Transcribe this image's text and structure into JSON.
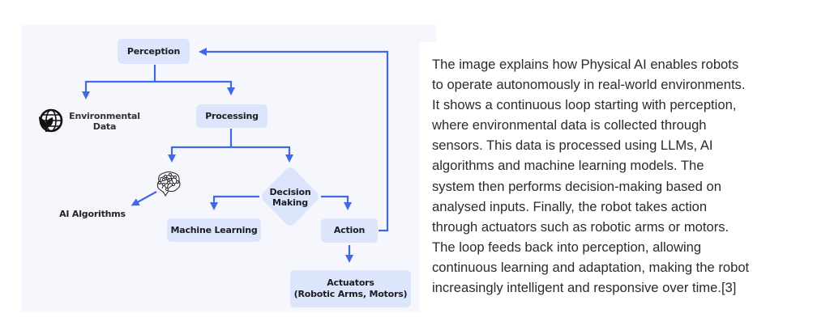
{
  "diagram": {
    "nodes": {
      "perception": "Perception",
      "environmental_data": [
        "Environmental",
        "Data"
      ],
      "processing": "Processing",
      "ai_algorithms": "AI Algorithms",
      "decision_making": [
        "Decision",
        "Making"
      ],
      "machine_learning": "Machine Learning",
      "action": "Action",
      "actuators": [
        "Actuators",
        "(Robotic Arms, Motors)"
      ]
    },
    "icons": {
      "environmental": "globe-leaf-icon",
      "ai": "neural-brain-icon"
    },
    "colors": {
      "arrow": "#4169e1",
      "node_fill": "#dce5fb",
      "panel_bg": "#f6f7fd"
    },
    "edges": [
      {
        "from": "Perception",
        "to": "Environmental Data"
      },
      {
        "from": "Perception",
        "to": "Processing"
      },
      {
        "from": "Processing",
        "to": "AI Algorithms"
      },
      {
        "from": "Processing",
        "to": "Decision Making"
      },
      {
        "from": "Decision Making",
        "to": "Machine Learning"
      },
      {
        "from": "Decision Making",
        "to": "Action"
      },
      {
        "from": "Action",
        "to": "Actuators (Robotic Arms, Motors)"
      },
      {
        "from": "Action",
        "to": "Perception",
        "type": "feedback"
      }
    ]
  },
  "description": {
    "lines": [
      "The image explains how Physical AI enables robots",
      "to operate autonomously in real-world environments.",
      "It shows a continuous loop starting with perception,",
      "where environmental data is collected through",
      "sensors. This data is processed using LLMs, AI",
      "algorithms and machine learning models. The",
      "system then performs decision-making based on",
      "analysed inputs. Finally, the robot takes action",
      "through actuators such as robotic arms or motors.",
      "The loop feeds back into perception, allowing",
      "continuous learning and adaptation, making the robot",
      "increasingly intelligent and responsive over time.[3]"
    ]
  }
}
